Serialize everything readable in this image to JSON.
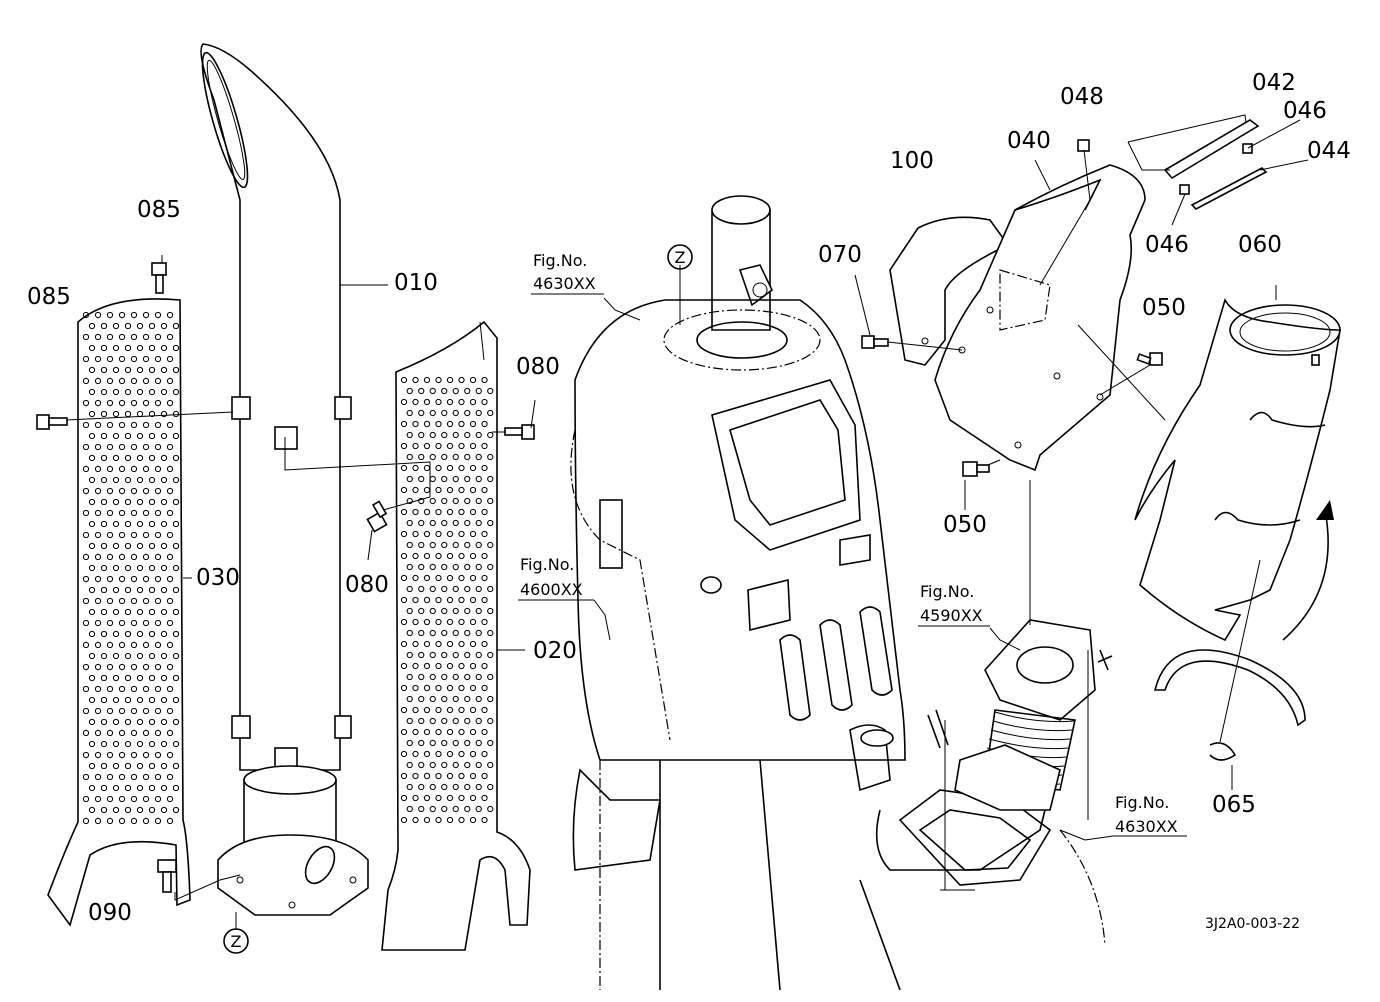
{
  "diagram": {
    "parts": {
      "p010": "010",
      "p020": "020",
      "p030": "030",
      "p040": "040",
      "p042": "042",
      "p044": "044",
      "p046a": "046",
      "p046b": "046",
      "p048": "048",
      "p050a": "050",
      "p050b": "050",
      "p060": "060",
      "p065": "065",
      "p070": "070",
      "p080a": "080",
      "p080b": "080",
      "p085a": "085",
      "p085b": "085",
      "p090": "090",
      "p100": "100"
    },
    "refs": {
      "fig_label": "Fig.No.",
      "r4630a": "4630XX",
      "r4600": "4600XX",
      "r4590": "4590XX",
      "r4630b": "4630XX"
    },
    "markers": {
      "z1": "Z",
      "z2": "Z"
    },
    "code": "3J2A0-003-22"
  }
}
